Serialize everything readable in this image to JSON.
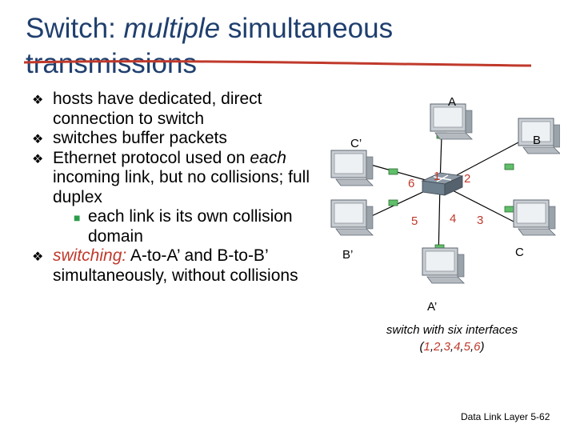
{
  "title": {
    "prefix": "Switch: ",
    "emphasis": "multiple",
    "suffix": " simultaneous transmissions"
  },
  "bullets": {
    "b1": "hosts have dedicated, direct connection to switch",
    "b2": "switches buffer packets",
    "b3_text": "Ethernet protocol used on ",
    "b3_em": "each",
    "b3_rest": " incoming link, but no collisions; full duplex",
    "sub1": "each link is its own collision domain",
    "b4_hi": "switching:",
    "b4_rest": " A-to-A’ and B-to-B’ simultaneously, without collisions"
  },
  "diagram": {
    "hosts": [
      "A",
      "B",
      "C",
      "A’",
      "B’",
      "C’"
    ],
    "ports": [
      "1",
      "2",
      "3",
      "4",
      "5",
      "6"
    ],
    "colors": {
      "port": "#c0392b",
      "link": "#000000",
      "connector": "#5fbf6a",
      "switch": "#6e7f8e"
    }
  },
  "caption": {
    "line1": "switch with six interfaces",
    "open": "(",
    "n1": "1",
    "c1": ",",
    "n2": "2",
    "c2": ",",
    "n3": "3",
    "c3": ",",
    "n4": "4",
    "c4": ",",
    "n5": "5",
    "c5": ",",
    "n6": "6",
    "close": ")"
  },
  "footer": "Data Link Layer 5-62",
  "colors": {
    "title": "#1f3f6e",
    "underline": "#c0392b",
    "highlight": "#c0392b"
  }
}
